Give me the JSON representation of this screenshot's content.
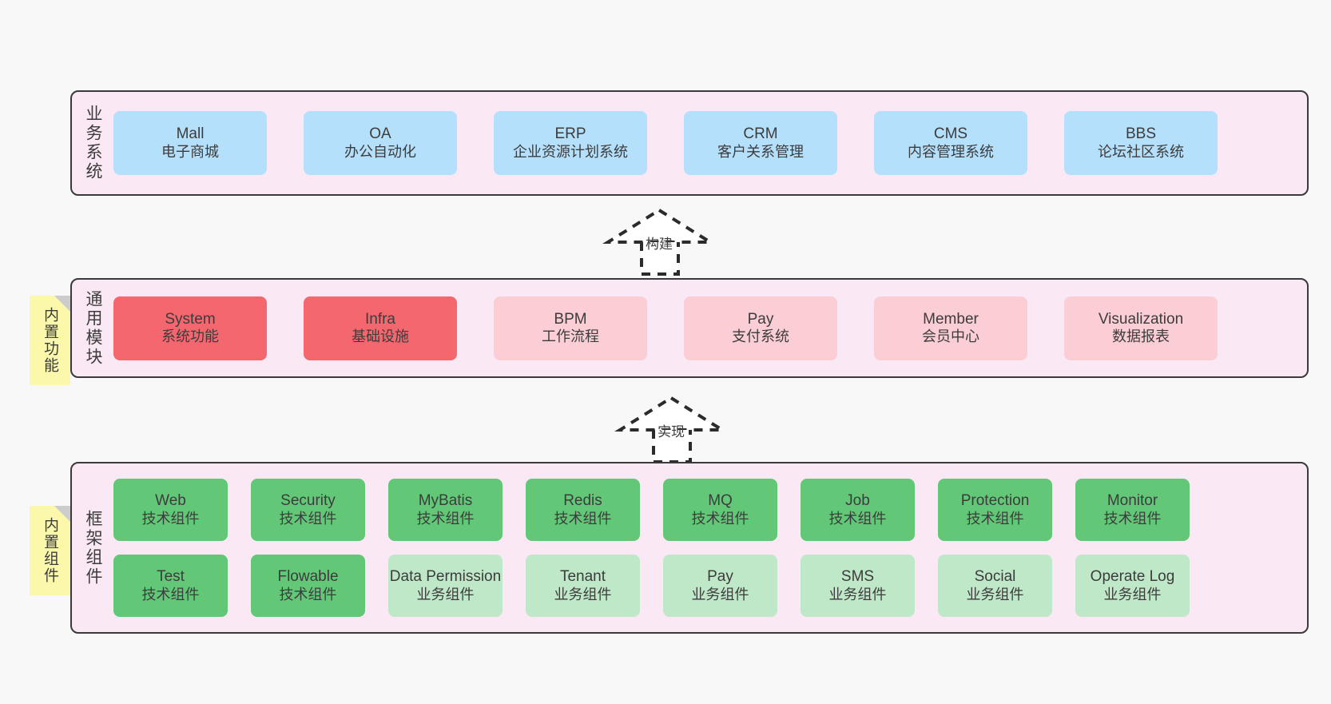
{
  "diagram": {
    "background_color": "#f8f8f8",
    "panel_color": "#fae9f4",
    "panel_border_color": "#3a3a3a",
    "note_color": "#fbf8ac",
    "note_fold_color": "#cccccc"
  },
  "layers": [
    {
      "caption": "业务系统",
      "note": null,
      "rows": [
        {
          "nodes": [
            {
              "title": "Mall",
              "subtitle": "电子商城",
              "color": "#b5e0fb",
              "style": "blue"
            },
            {
              "title": "OA",
              "subtitle": "办公自动化",
              "color": "#b5e0fb",
              "style": "blue"
            },
            {
              "title": "ERP",
              "subtitle": "企业资源计划系统",
              "color": "#b5e0fb",
              "style": "blue"
            },
            {
              "title": "CRM",
              "subtitle": "客户关系管理",
              "color": "#b5e0fb",
              "style": "blue"
            },
            {
              "title": "CMS",
              "subtitle": "内容管理系统",
              "color": "#b5e0fb",
              "style": "blue"
            },
            {
              "title": "BBS",
              "subtitle": "论坛社区系统",
              "color": "#b5e0fb",
              "style": "blue"
            }
          ]
        }
      ]
    },
    {
      "caption": "通用模块",
      "note": "内置功能",
      "rows": [
        {
          "nodes": [
            {
              "title": "System",
              "subtitle": "系统功能",
              "color": "#f4676e",
              "style": "red"
            },
            {
              "title": "Infra",
              "subtitle": "基础设施",
              "color": "#f4676e",
              "style": "red"
            },
            {
              "title": "BPM",
              "subtitle": "工作流程",
              "color": "#fbced5",
              "style": "pink"
            },
            {
              "title": "Pay",
              "subtitle": "支付系统",
              "color": "#fbced5",
              "style": "pink"
            },
            {
              "title": "Member",
              "subtitle": "会员中心",
              "color": "#fbced5",
              "style": "pink"
            },
            {
              "title": "Visualization",
              "subtitle": "数据报表",
              "color": "#fbced5",
              "style": "pink"
            }
          ]
        }
      ]
    },
    {
      "caption": "框架组件",
      "note": "内置组件",
      "rows": [
        {
          "nodes": [
            {
              "title": "Web",
              "subtitle": "技术组件",
              "color": "#62c878",
              "style": "green"
            },
            {
              "title": "Security",
              "subtitle": "技术组件",
              "color": "#62c878",
              "style": "green"
            },
            {
              "title": "MyBatis",
              "subtitle": "技术组件",
              "color": "#62c878",
              "style": "green"
            },
            {
              "title": "Redis",
              "subtitle": "技术组件",
              "color": "#62c878",
              "style": "green"
            },
            {
              "title": "MQ",
              "subtitle": "技术组件",
              "color": "#62c878",
              "style": "green"
            },
            {
              "title": "Job",
              "subtitle": "技术组件",
              "color": "#62c878",
              "style": "green"
            },
            {
              "title": "Protection",
              "subtitle": "技术组件",
              "color": "#62c878",
              "style": "green"
            },
            {
              "title": "Monitor",
              "subtitle": "技术组件",
              "color": "#62c878",
              "style": "green"
            }
          ]
        },
        {
          "nodes": [
            {
              "title": "Test",
              "subtitle": "技术组件",
              "color": "#62c878",
              "style": "green"
            },
            {
              "title": "Flowable",
              "subtitle": "技术组件",
              "color": "#62c878",
              "style": "green"
            },
            {
              "title": "Data Permission",
              "subtitle": "业务组件",
              "color": "#bfe8c9",
              "style": "lightgreen"
            },
            {
              "title": "Tenant",
              "subtitle": "业务组件",
              "color": "#bfe8c9",
              "style": "lightgreen"
            },
            {
              "title": "Pay",
              "subtitle": "业务组件",
              "color": "#bfe8c9",
              "style": "lightgreen"
            },
            {
              "title": "SMS",
              "subtitle": "业务组件",
              "color": "#bfe8c9",
              "style": "lightgreen"
            },
            {
              "title": "Social",
              "subtitle": "业务组件",
              "color": "#bfe8c9",
              "style": "lightgreen"
            },
            {
              "title": "Operate Log",
              "subtitle": "业务组件",
              "color": "#bfe8c9",
              "style": "lightgreen"
            }
          ]
        }
      ]
    }
  ],
  "connectors": [
    {
      "label": "构建",
      "direction": "up",
      "from_layer": "通用模块",
      "to_layer": "业务系统"
    },
    {
      "label": "实现",
      "direction": "up",
      "from_layer": "框架组件",
      "to_layer": "通用模块"
    }
  ]
}
